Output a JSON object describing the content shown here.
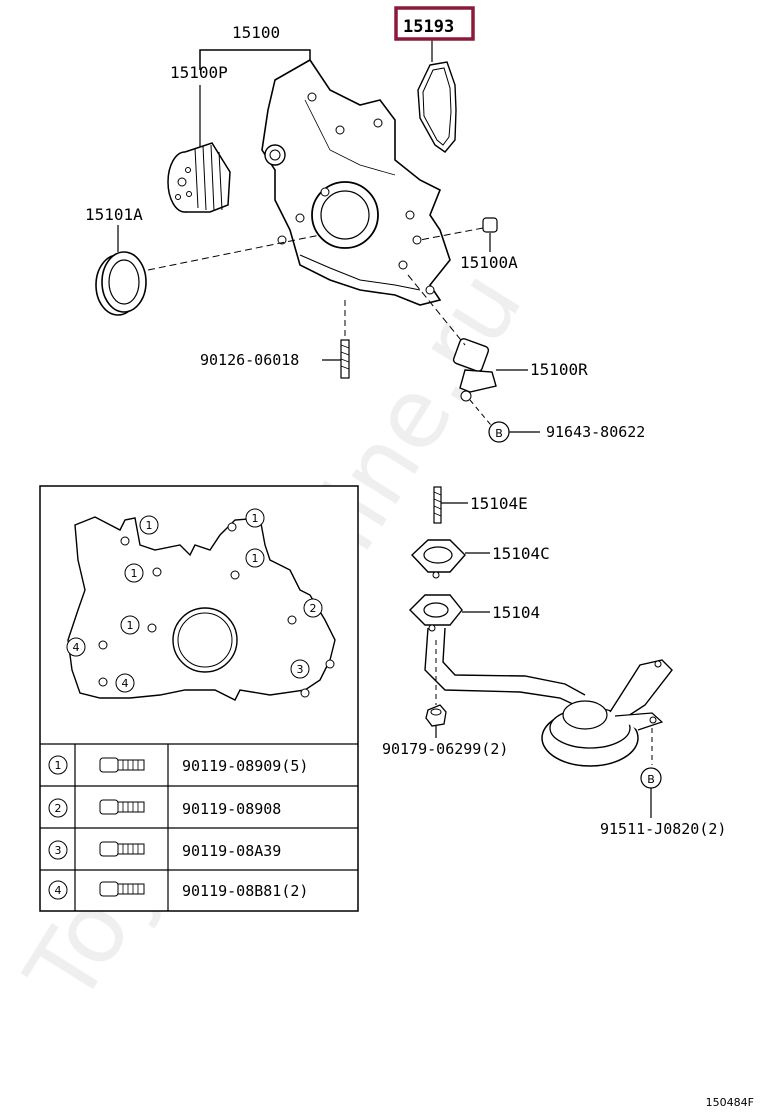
{
  "labels": {
    "p15100": "15100",
    "p15193": "15193",
    "p15100P": "15100P",
    "p15101A": "15101A",
    "p15100A": "15100A",
    "p90126": "90126-06018",
    "p15100R": "15100R",
    "p91643": "91643-80622",
    "p15104E": "15104E",
    "p15104C": "15104C",
    "p15104": "15104",
    "p90179": "90179-06299(2)",
    "p91511": "91511-J0820(2)"
  },
  "markers": {
    "b1": "B",
    "b2": "B"
  },
  "inset_callouts": [
    "1",
    "1",
    "1",
    "1",
    "1",
    "1",
    "2",
    "3",
    "4",
    "4"
  ],
  "bolt_table": {
    "rows": [
      {
        "num": "1",
        "part": "90119-08909(5)"
      },
      {
        "num": "2",
        "part": "90119-08908"
      },
      {
        "num": "3",
        "part": "90119-08A39"
      },
      {
        "num": "4",
        "part": "90119-08B81(2)"
      }
    ]
  },
  "footer_code": "150484F",
  "watermark": "ToyotaCarMine.ru",
  "colors": {
    "highlight": "#8b1a3a",
    "line": "#000000"
  }
}
